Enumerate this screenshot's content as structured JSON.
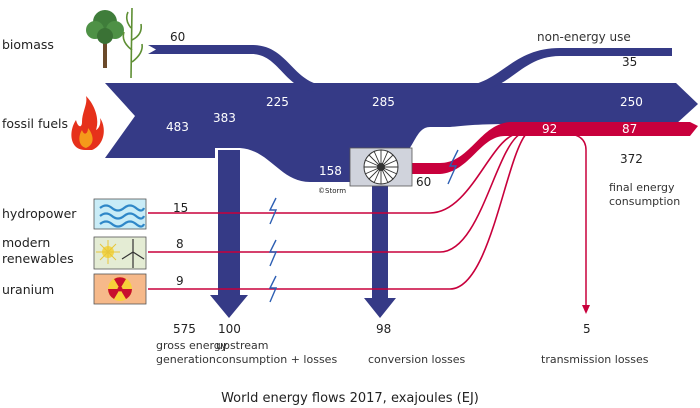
{
  "title": "World energy flows 2017, exajoules (EJ)",
  "colors": {
    "fossil": "#353a86",
    "electric": "#c8003c",
    "thin": "#c8003c",
    "bolt": "#2d5fb3"
  },
  "sources": {
    "biomass": {
      "label": "biomass",
      "value": "60"
    },
    "fossil_fuels": {
      "label": "fossil fuels",
      "value": "483"
    },
    "hydropower": {
      "label": "hydropower",
      "value": "15"
    },
    "modern_renewables": {
      "label": "modern renewables",
      "value": "8"
    },
    "uranium": {
      "label": "uranium",
      "value": "9"
    }
  },
  "flows": {
    "fossil_after_upstream": "383",
    "fossil_main_1": "225",
    "fossil_main_2": "285",
    "fossil_main_3": "250",
    "to_power_plant": "158",
    "electricity_generated": "60",
    "electricity_1": "92",
    "electricity_2": "87",
    "non_energy_value": "35"
  },
  "labels": {
    "non_energy_use": "non-energy use",
    "final_energy_value": "372",
    "final_energy_line1": "final energy",
    "final_energy_line2": "consumption",
    "storm_credit": "©Storm"
  },
  "outputs": {
    "gross": {
      "value": "575",
      "line1": "gross energy",
      "line2": "generation"
    },
    "upstream": {
      "value": "100",
      "line1": "upstream",
      "line2": "consumption + losses"
    },
    "conversion": {
      "value": "98",
      "line1": "conversion losses"
    },
    "transmission": {
      "value": "5",
      "line1": "transmission losses"
    }
  }
}
